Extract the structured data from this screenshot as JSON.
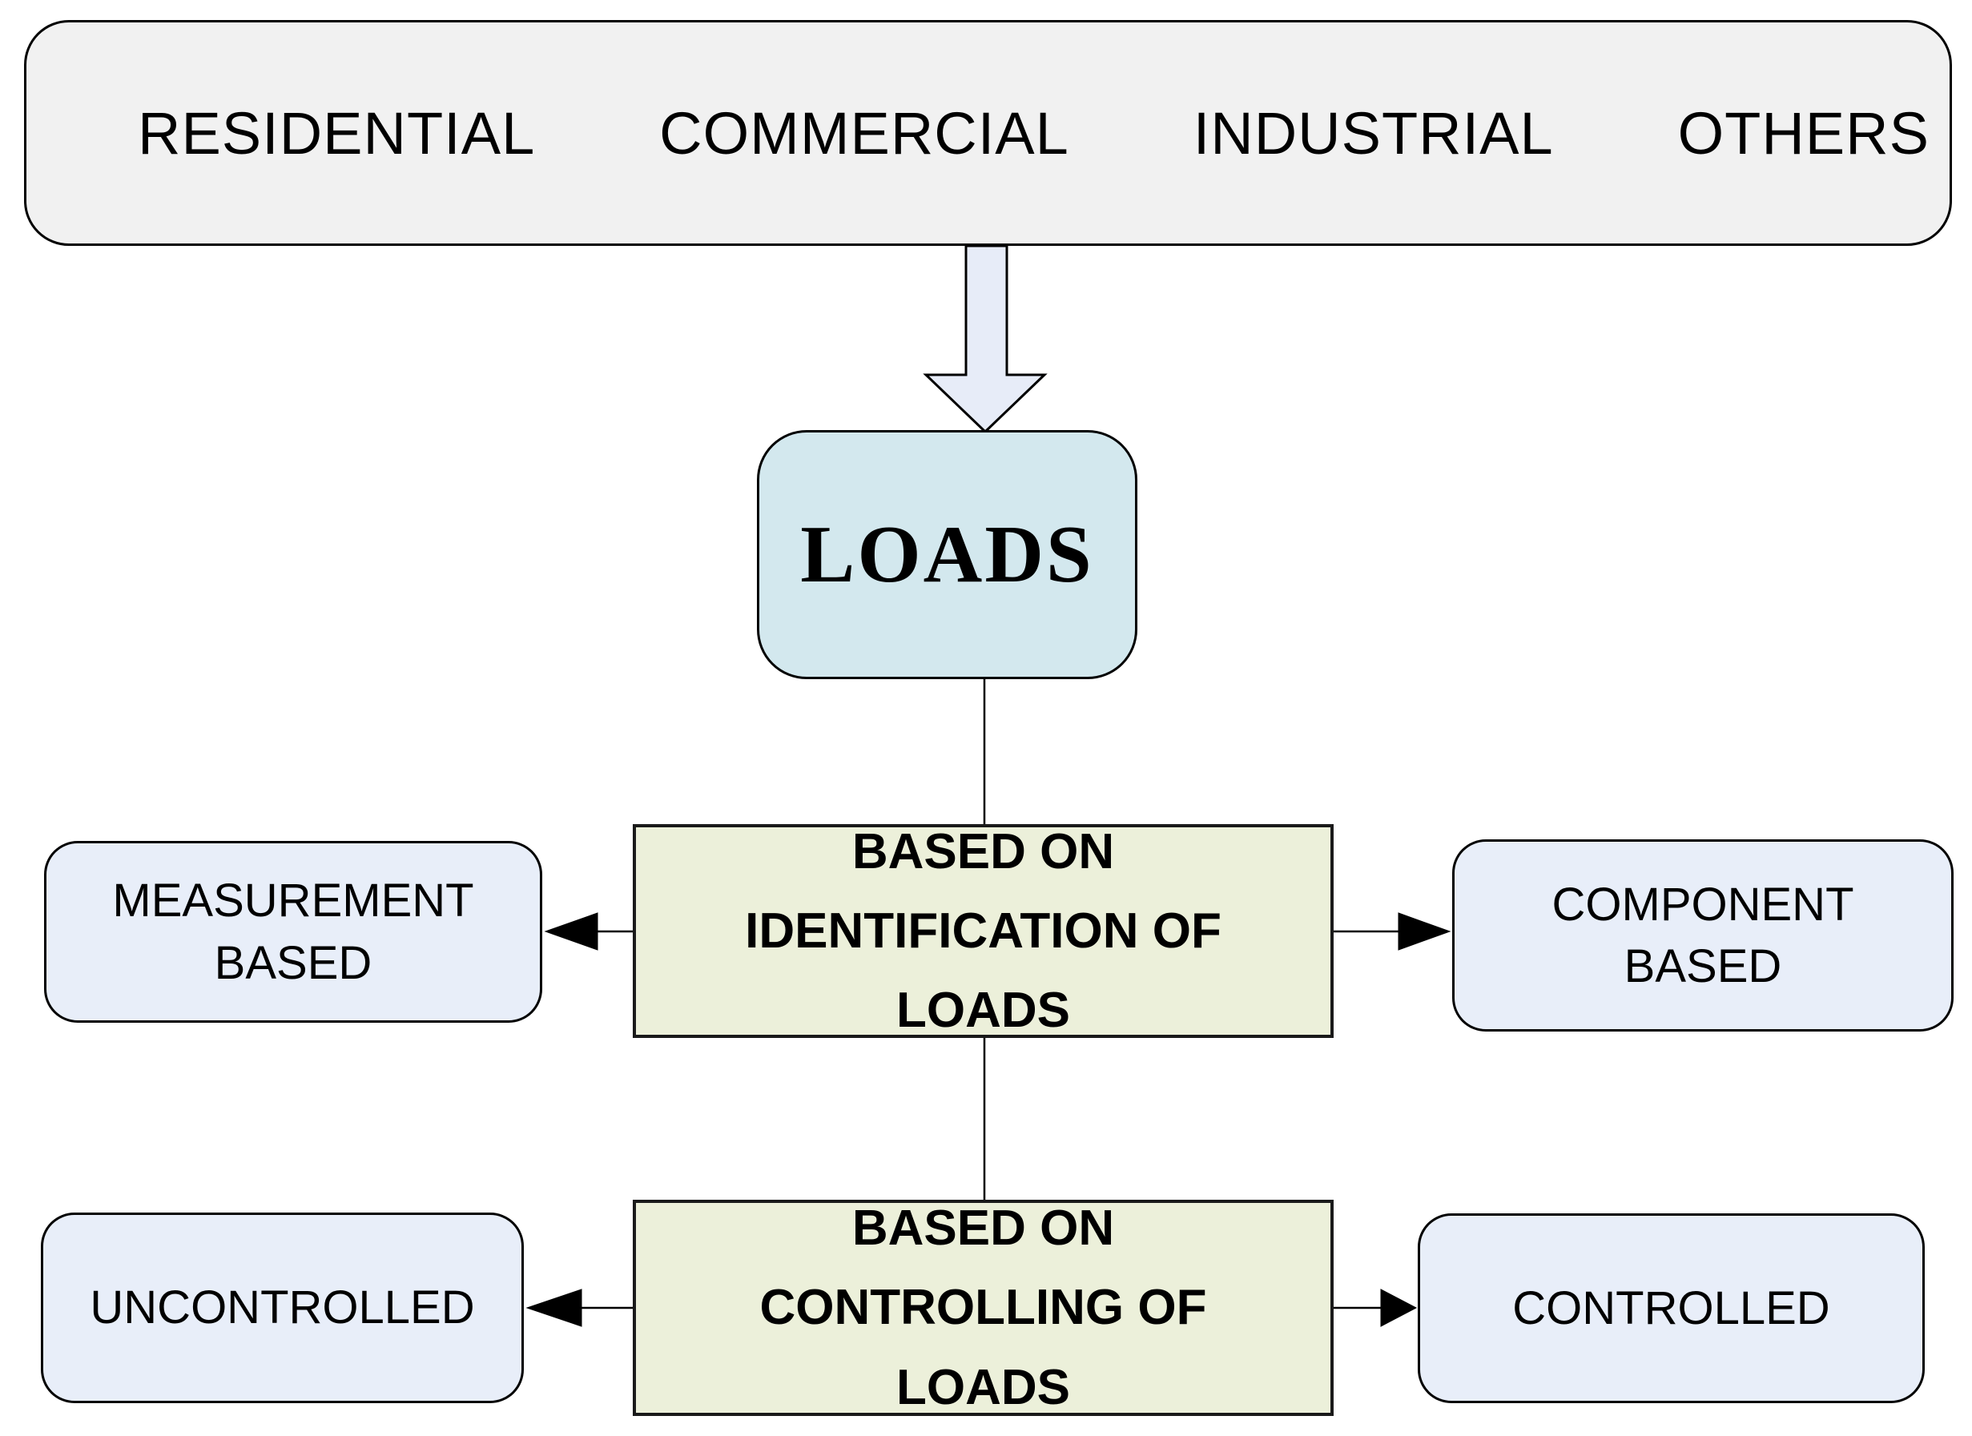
{
  "colors": {
    "page-bg": "#ffffff",
    "top-bar-fill": "#f1f1f1",
    "loads-fill": "#d3e8ee",
    "category-fill": "#ecf0da",
    "side-fill": "#e8eef9",
    "block-arrow-fill": "#e7ecf8",
    "line-color": "#000000",
    "text-color": "#000000"
  },
  "top_bar": {
    "items": [
      {
        "label": "RESIDENTIAL"
      },
      {
        "label": "COMMERCIAL"
      },
      {
        "label": "INDUSTRIAL"
      },
      {
        "label": "OTHERS"
      }
    ]
  },
  "nodes": {
    "loads": {
      "label": "LOADS"
    },
    "identification": {
      "label": "BASED ON\nIDENTIFICATION OF\nLOADS"
    },
    "controlling": {
      "label": "BASED ON\nCONTROLLING OF\nLOADS"
    },
    "measurement": {
      "label": "MEASUREMENT\nBASED"
    },
    "component": {
      "label": "COMPONENT\nBASED"
    },
    "uncontrolled": {
      "label": "UNCONTROLLED"
    },
    "controlled": {
      "label": "CONTROLLED"
    }
  }
}
